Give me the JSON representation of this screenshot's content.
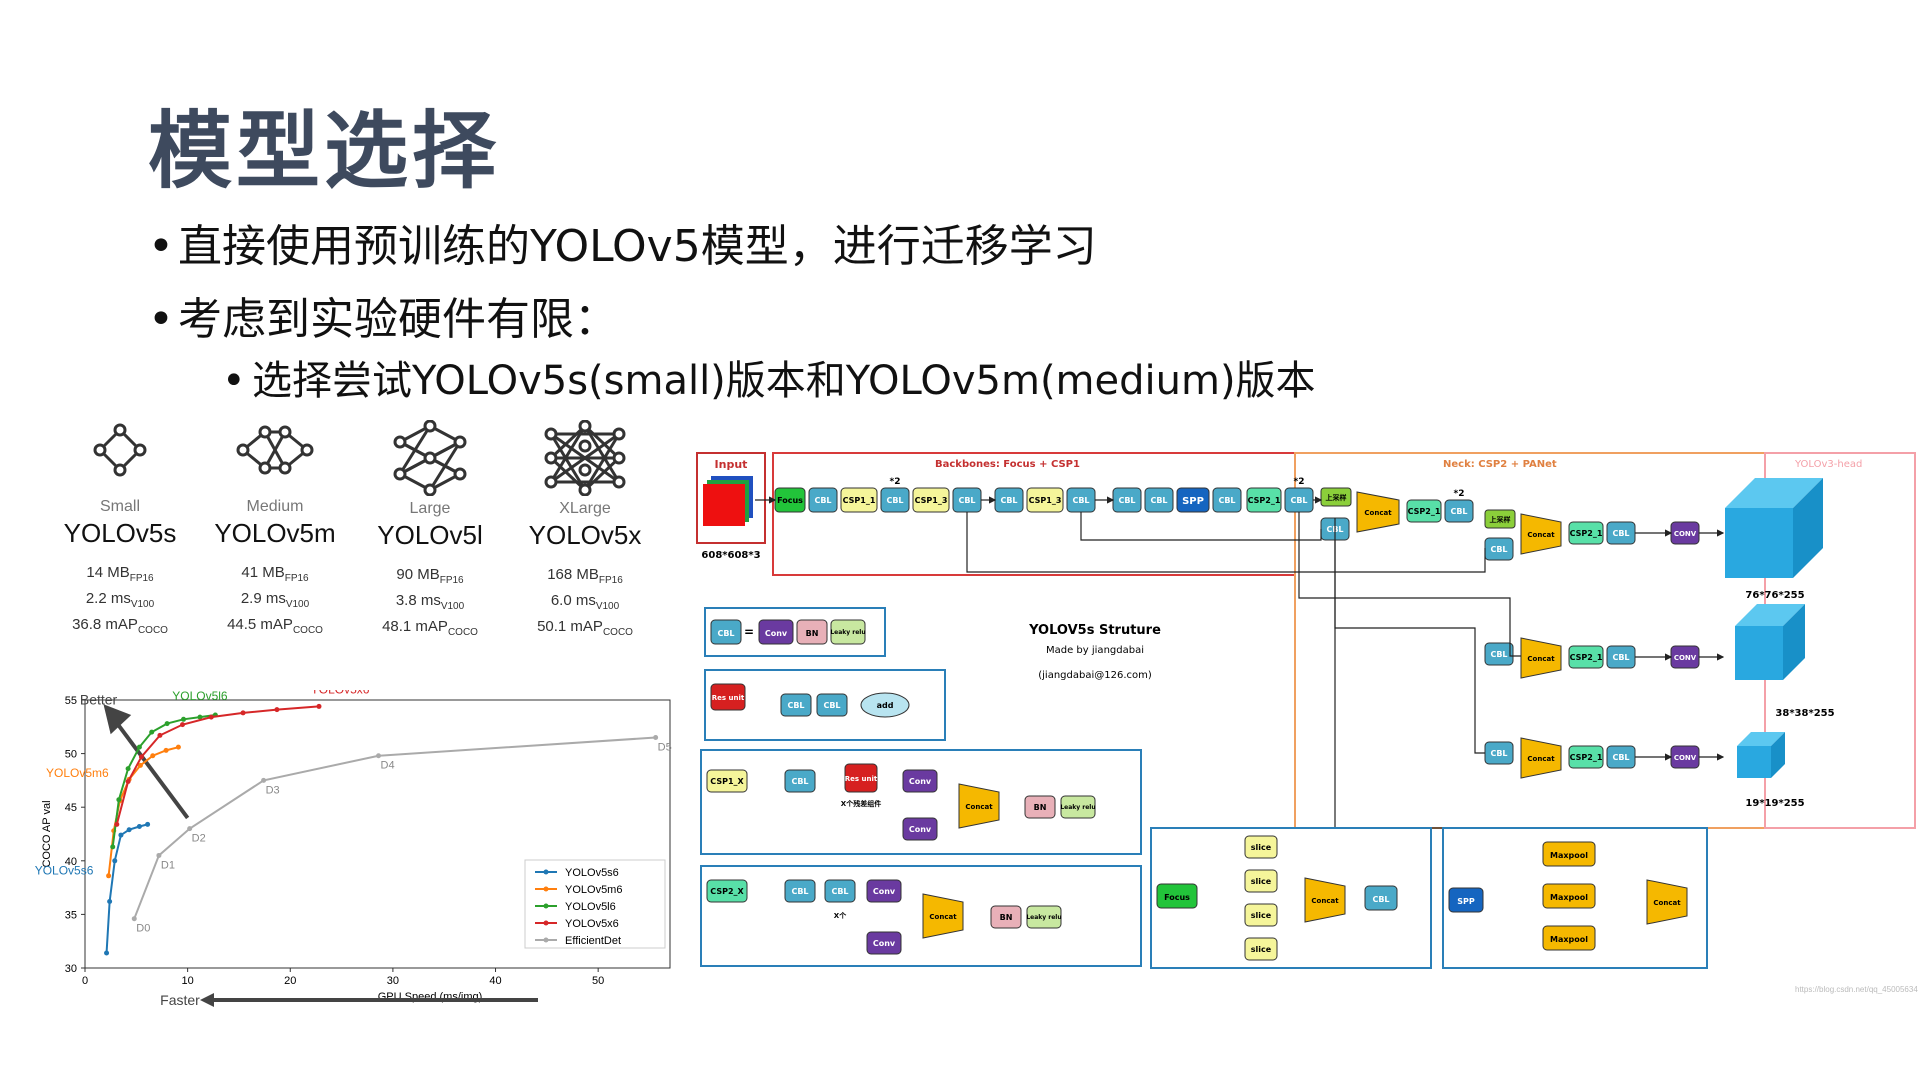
{
  "slide": {
    "title": "模型选择",
    "bullets": [
      "直接使用预训练的YOLOv5模型，进行迁移学习",
      "考虑到实验硬件有限："
    ],
    "sub_bullet": "选择尝试YOLOv5s(small)版本和YOLOv5m(medium)版本",
    "bullet_char": "•"
  },
  "models": [
    {
      "size": "Small",
      "name": "YOLOv5s",
      "mb": "14 MB",
      "mb_sub": "FP16",
      "ms": "2.2 ms",
      "ms_sub": "V100",
      "map": "36.8 mAP",
      "map_sub": "COCO"
    },
    {
      "size": "Medium",
      "name": "YOLOv5m",
      "mb": "41 MB",
      "mb_sub": "FP16",
      "ms": "2.9 ms",
      "ms_sub": "V100",
      "map": "44.5 mAP",
      "map_sub": "COCO"
    },
    {
      "size": "Large",
      "name": "YOLOv5l",
      "mb": "90 MB",
      "mb_sub": "FP16",
      "ms": "3.8 ms",
      "ms_sub": "V100",
      "map": "48.1 mAP",
      "map_sub": "COCO"
    },
    {
      "size": "XLarge",
      "name": "YOLOv5x",
      "mb": "168 MB",
      "mb_sub": "FP16",
      "ms": "6.0 ms",
      "ms_sub": "V100",
      "map": "50.1 mAP",
      "map_sub": "COCO"
    }
  ],
  "chart_data": {
    "type": "line",
    "xlabel": "GPU Speed (ms/img)",
    "ylabel": "COCO AP val",
    "xlim": [
      0,
      57
    ],
    "ylim": [
      30,
      55
    ],
    "xticks": [
      0,
      10,
      20,
      30,
      40,
      50
    ],
    "yticks": [
      30,
      35,
      40,
      45,
      50,
      55
    ],
    "annotations": {
      "better": "Better",
      "faster": "Faster"
    },
    "legend_position": "lower-right",
    "series": [
      {
        "name": "YOLOv5s6",
        "label": "YOLOv5s6",
        "color": "#1f77b4",
        "x": [
          2.1,
          2.4,
          2.9,
          3.5,
          4.3,
          5.3,
          6.1
        ],
        "y": [
          31.4,
          36.2,
          40.0,
          42.4,
          42.9,
          43.2,
          43.4
        ]
      },
      {
        "name": "YOLOv5m6",
        "label": "YOLOv5m6",
        "color": "#ff7f0e",
        "x": [
          2.3,
          2.8,
          3.4,
          4.3,
          5.4,
          6.6,
          7.9,
          9.1
        ],
        "y": [
          38.6,
          42.8,
          45.6,
          47.6,
          48.9,
          49.8,
          50.3,
          50.6
        ]
      },
      {
        "name": "YOLOv5l6",
        "label": "YOLOv5l6",
        "color": "#2ca02c",
        "x": [
          2.7,
          3.3,
          4.2,
          5.3,
          6.5,
          8.0,
          9.6,
          11.2,
          12.7
        ],
        "y": [
          41.3,
          45.7,
          48.6,
          50.6,
          52.0,
          52.8,
          53.2,
          53.4,
          53.6
        ]
      },
      {
        "name": "YOLOv5x6",
        "label": "YOLOv5x6",
        "color": "#d62728",
        "x": [
          3.1,
          4.2,
          5.5,
          7.3,
          9.5,
          12.3,
          15.4,
          18.7,
          22.8
        ],
        "y": [
          43.4,
          47.4,
          49.7,
          51.7,
          52.7,
          53.4,
          53.8,
          54.1,
          54.4
        ]
      },
      {
        "name": "EfficientDet",
        "label": "",
        "color": "#aaaaaa",
        "x": [
          4.8,
          7.2,
          10.2,
          17.4,
          28.6,
          55.6
        ],
        "y": [
          34.6,
          40.5,
          43.0,
          47.5,
          49.8,
          51.5
        ],
        "point_labels": [
          "D0",
          "D1",
          "D2",
          "D3",
          "D4",
          "D5"
        ]
      }
    ]
  },
  "diagram": {
    "title": "YOLOV5s Struture",
    "author": "Made by jiangdabai",
    "email": "(jiangdabai@126.com)",
    "input_label": "Input",
    "input_size": "608*608*3",
    "section_backbone": "Backbones: Focus + CSP1",
    "section_neck": "Neck: CSP2 + PANet",
    "section_head": "YOLOv3-head",
    "outputs": [
      "76*76*255",
      "38*38*255",
      "19*19*255"
    ],
    "times2": "*2",
    "blk": {
      "focus": "Focus",
      "cbl": "CBL",
      "csp1_1": "CSP1_1",
      "csp1_3": "CSP1_3",
      "spp": "SPP",
      "csp2_1": "CSP2_1",
      "upsample": "上采样",
      "concat": "Concat",
      "conv": "CONV",
      "conv2": "Conv",
      "bn": "BN",
      "leaky": "Leaky relu",
      "res": "Res unit",
      "add": "add",
      "csp1_x": "CSP1_X",
      "csp2_x": "CSP2_X",
      "slice": "slice",
      "maxpool": "Maxpool",
      "xres": "X个残差组件",
      "xge": "X个",
      "eq": "="
    }
  },
  "watermark": "https://blog.csdn.net/qq_45005634",
  "colors": {
    "title": "#3e4a5e",
    "cbl": "#4aa9c8",
    "csp1": "#f5f59a",
    "csp2": "#58e0a8",
    "spp": "#1565c0",
    "concat": "#f5b800",
    "conv": "#6a3aa0",
    "focus": "#22c43a",
    "res": "#d62020",
    "upsample": "#8bcf3a",
    "bn": "#e8b0b8",
    "leaky": "#c8e8a0",
    "cube": "#29a8e0",
    "backbone_border": "#d83a3a",
    "neck_border": "#f0a060",
    "head_border": "#f4a0a8",
    "legend_border": "#2a7fb8"
  }
}
